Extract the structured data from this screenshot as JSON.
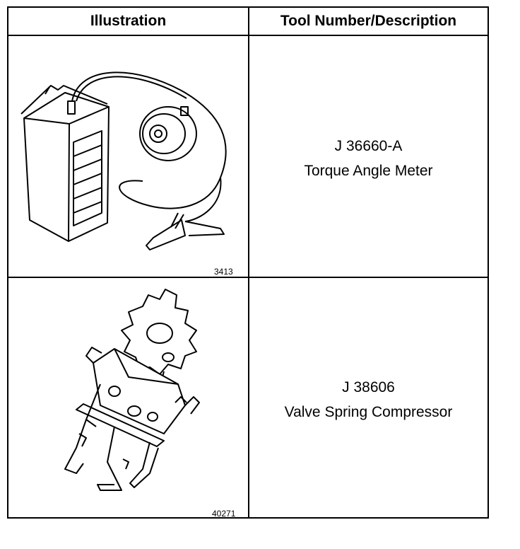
{
  "table": {
    "headers": {
      "illustration": "Illustration",
      "tool": "Tool Number/Description"
    },
    "rows": [
      {
        "tool_number": "J 36660-A",
        "description": "Torque Angle Meter",
        "figure_number": "3413",
        "illustration_icon": "torque-angle-meter-icon"
      },
      {
        "tool_number": "J 38606",
        "description": "Valve Spring Compressor",
        "figure_number": "40271",
        "illustration_icon": "valve-spring-compressor-icon"
      }
    ]
  }
}
